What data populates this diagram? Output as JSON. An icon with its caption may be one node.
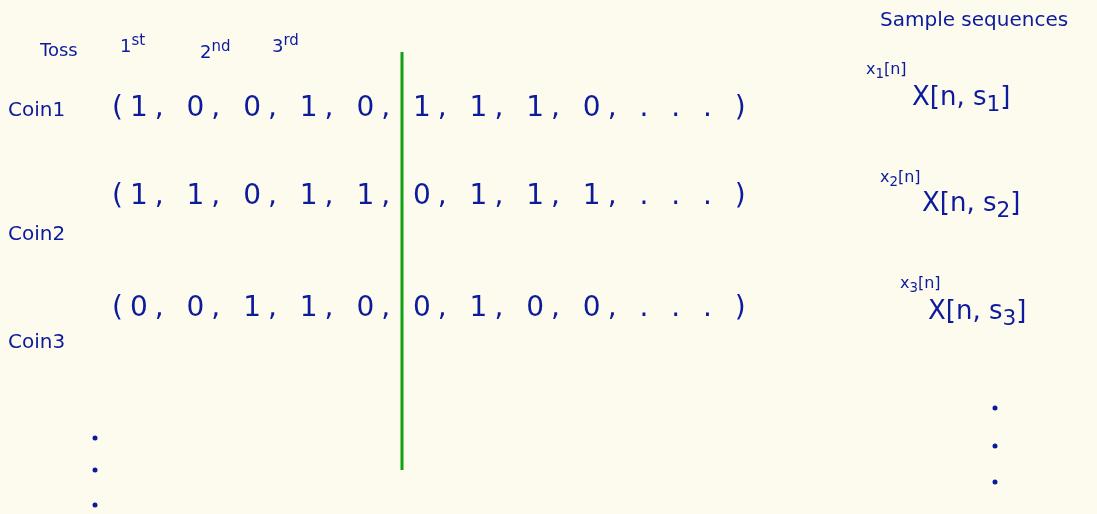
{
  "diagram": {
    "labels": [
      "Toss",
      "1$^{st}$",
      "2$^{nd}$",
      "3$^{rd}$",
      "Sample sequences",
      "Coin1",
      "(1, 0, 0, 1, 0, 1, 1, 1, 0, . . . )",
      "x$_{1}$[n]",
      "X[n, s$_{1}$]",
      "Coin2",
      "(1, 1, 0, 1, 1, 0, 1, 1, 1, . . . )",
      "x$_{2}$[n]",
      "X[n, s$_{2}$]",
      "Coin3",
      "(0, 0, 1, 1, 0, 0, 1, 0, 0, . . . )",
      "x$_{3}$[n]",
      "X[n, s$_{3}$]"
    ]
  }
}
